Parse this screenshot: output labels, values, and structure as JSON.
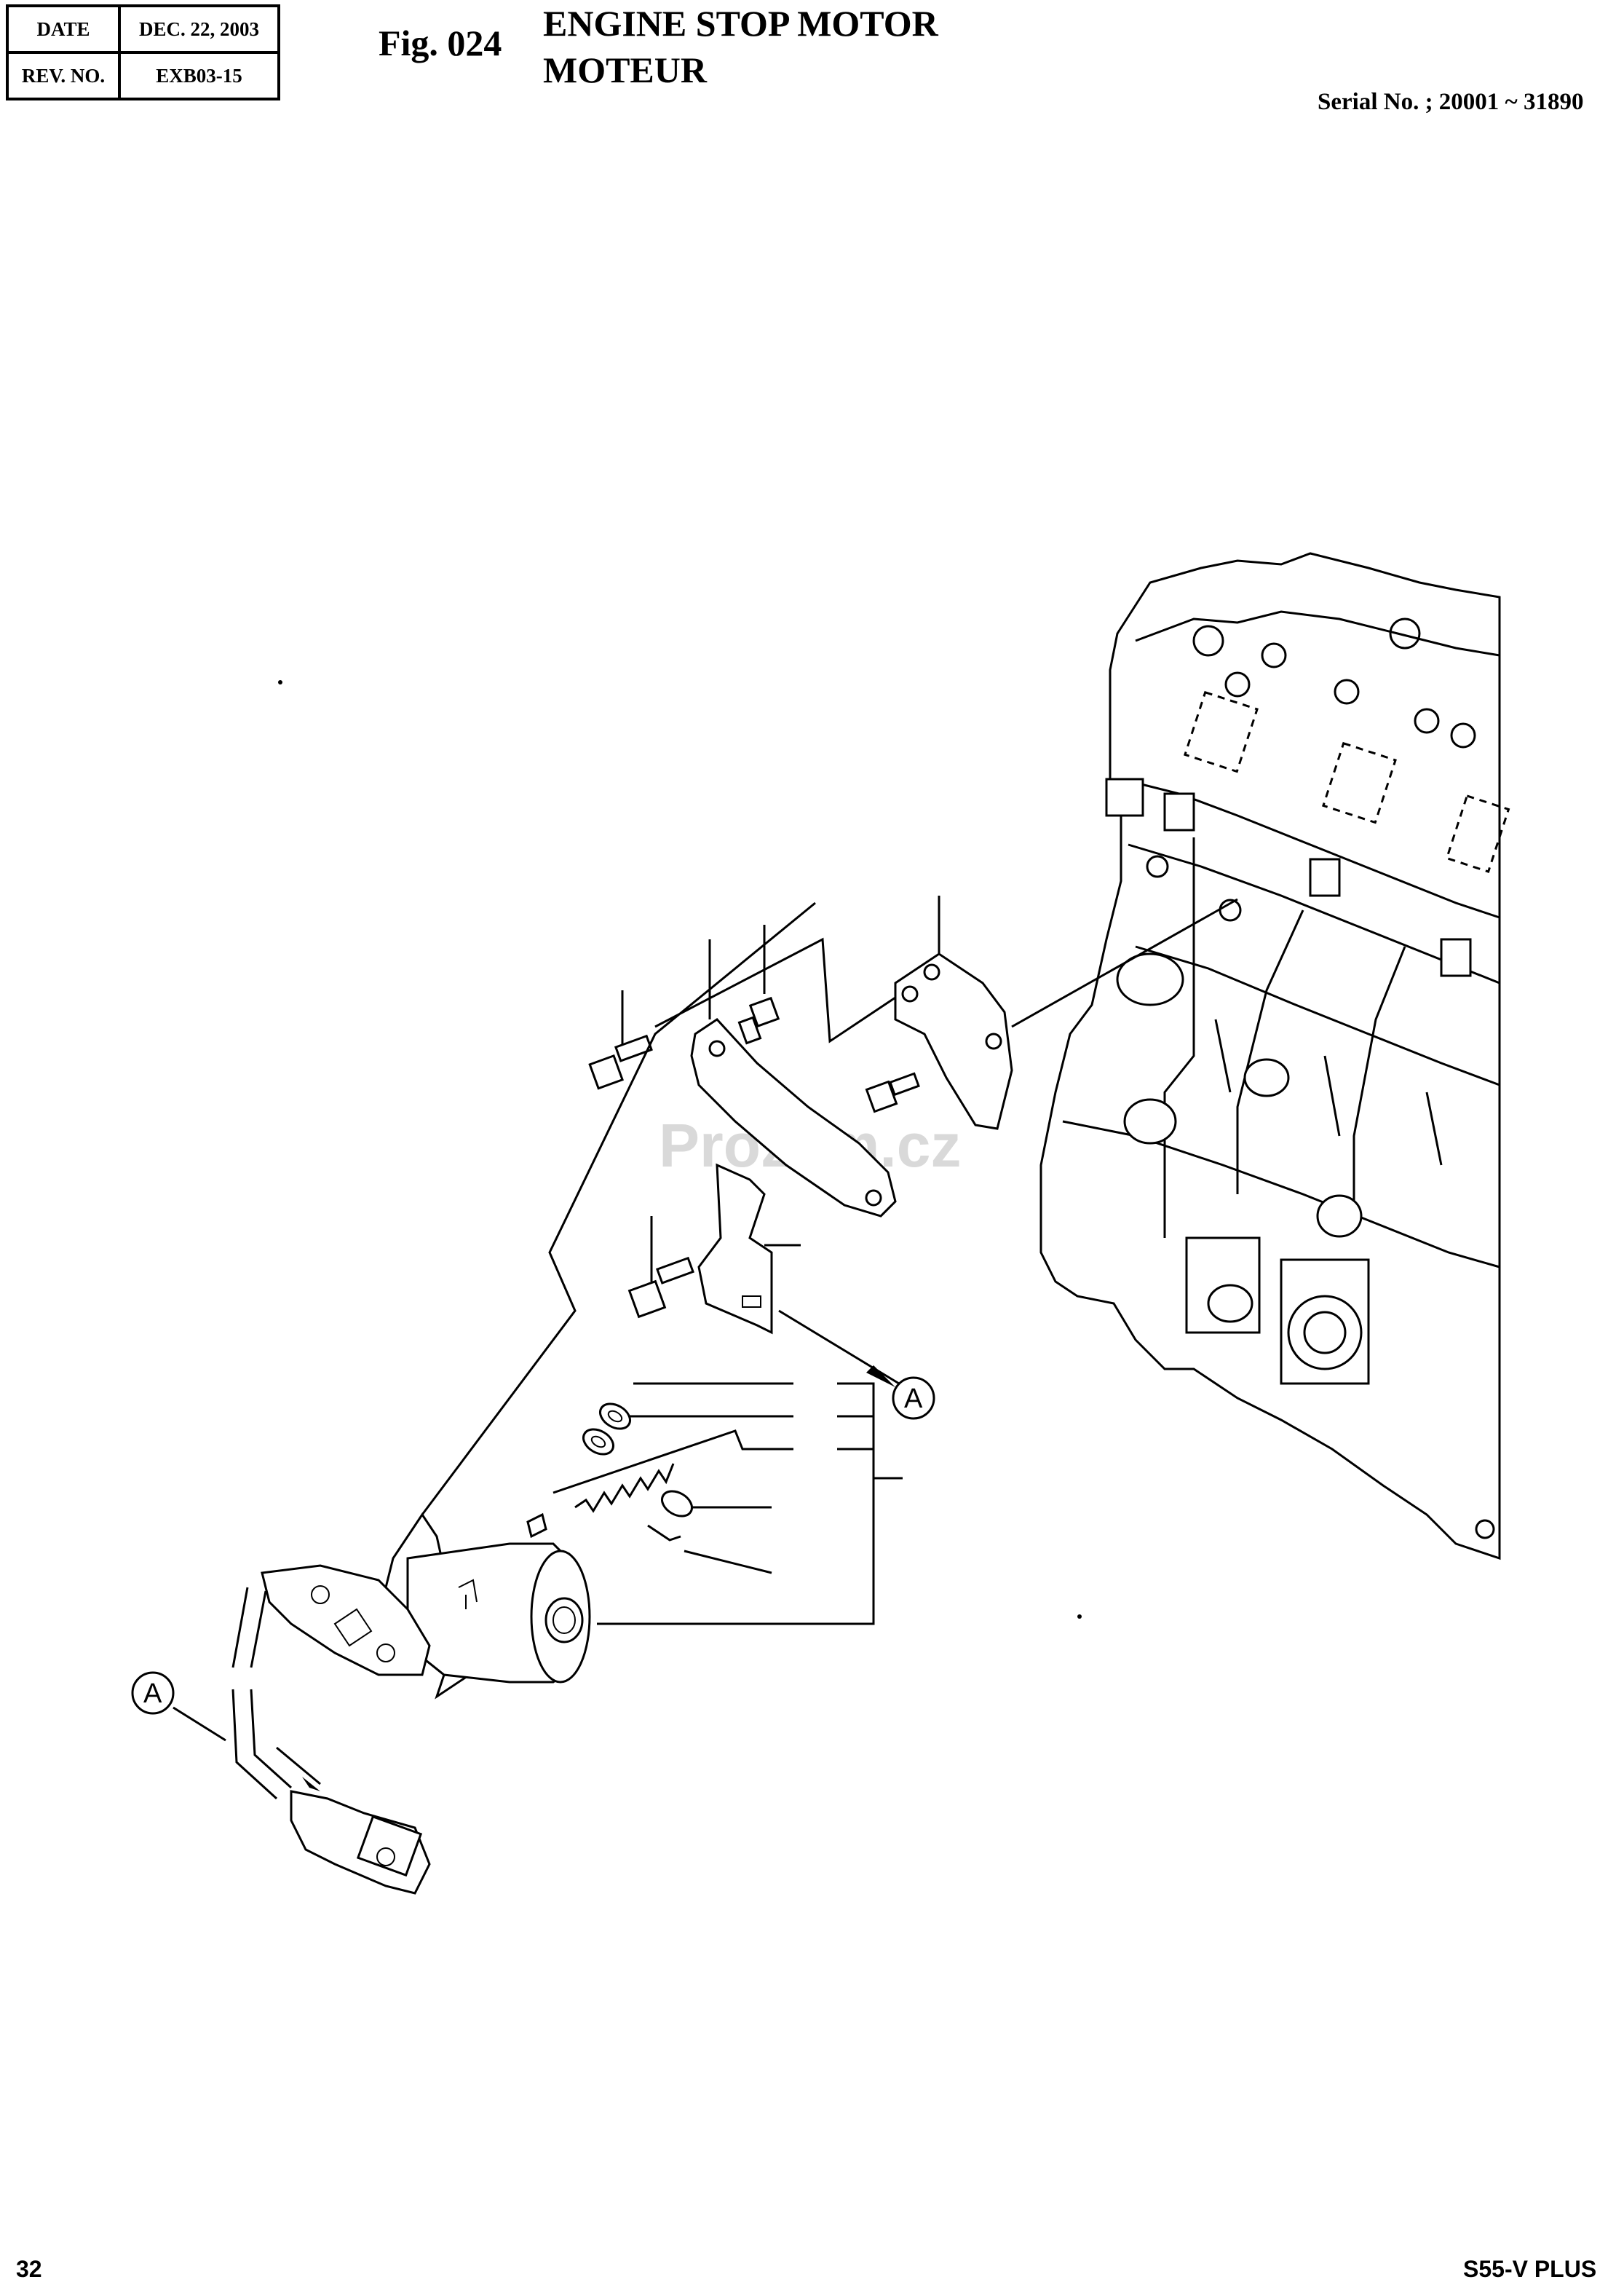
{
  "header": {
    "date_label": "DATE",
    "date_value": "DEC. 22, 2003",
    "rev_label": "REV. NO.",
    "rev_value": "EXB03-15",
    "fig_number": "Fig. 024",
    "title_line1": "ENGINE STOP MOTOR",
    "title_line2": "MOTEUR",
    "serial": "Serial No. ; 20001 ~ 31890"
  },
  "diagram": {
    "watermark": "Prozem.cz",
    "callout_a_right": "A",
    "callout_a_left": "A"
  },
  "footer": {
    "page_number": "32",
    "model": "S55-V PLUS"
  }
}
